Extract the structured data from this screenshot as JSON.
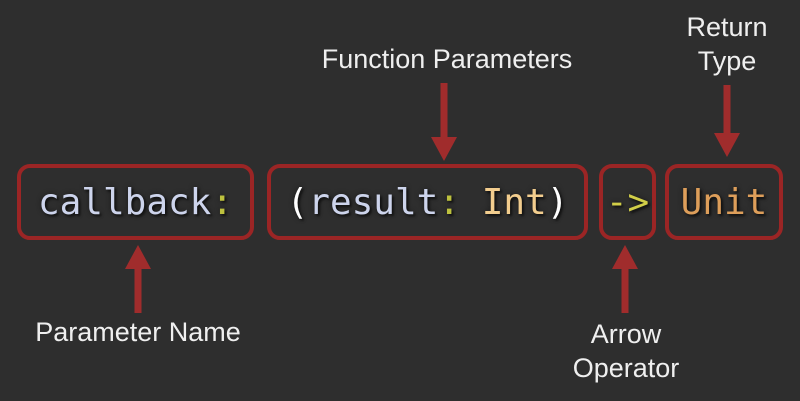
{
  "colors": {
    "background": "#2e2e2e",
    "box_border": "#9b2525",
    "arrow": "#a02c2c",
    "label_text": "#efefef"
  },
  "code_boxes": [
    {
      "name": "callback-box",
      "tokens": [
        {
          "text": "callback",
          "color": "#cdd4ec"
        },
        {
          "text": ":",
          "color": "#bdc13e"
        }
      ]
    },
    {
      "name": "function-parameters-box",
      "tokens": [
        {
          "text": "(",
          "color": "#ffffff"
        },
        {
          "text": "result",
          "color": "#cdd4ec"
        },
        {
          "text": ":",
          "color": "#bdc13e"
        },
        {
          "text": " ",
          "color": "#ffffff"
        },
        {
          "text": "Int",
          "color": "#f2cd8e"
        },
        {
          "text": ")",
          "color": "#ffffff"
        }
      ]
    },
    {
      "name": "arrow-operator-box",
      "tokens": [
        {
          "text": "->",
          "color": "#d1ce48"
        }
      ]
    },
    {
      "name": "return-type-box",
      "tokens": [
        {
          "text": "Unit",
          "color": "#dd9e5a"
        }
      ]
    }
  ],
  "annotations": {
    "function_parameters": {
      "lines": [
        "Function Parameters"
      ]
    },
    "return_type": {
      "lines": [
        "Return",
        "Type"
      ]
    },
    "parameter_name": {
      "lines": [
        "Parameter Name"
      ]
    },
    "arrow_operator": {
      "lines": [
        "Arrow",
        "Operator"
      ]
    }
  }
}
